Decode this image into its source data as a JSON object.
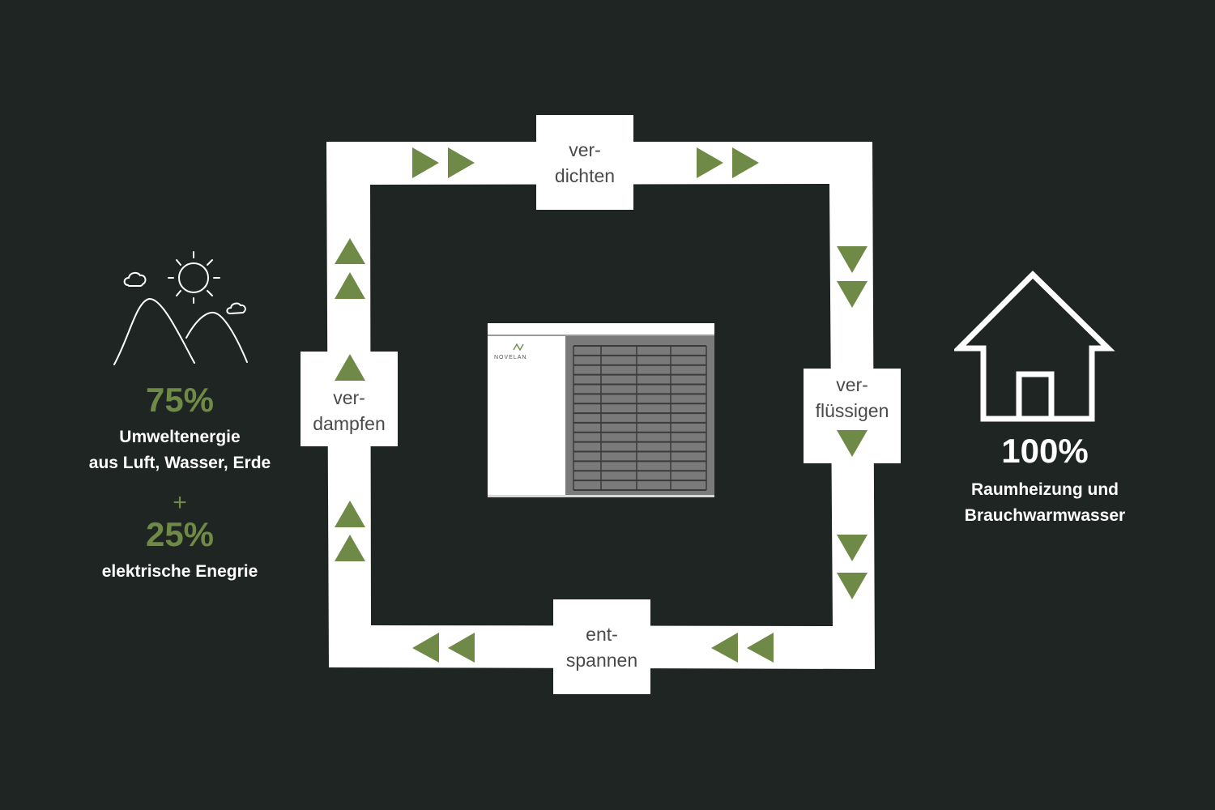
{
  "colors": {
    "background": "#1f2522",
    "loop": "#ffffff",
    "arrow": "#6f8a46",
    "accent_text": "#6f8a46",
    "step_text": "#4a4a4a"
  },
  "steps": {
    "compress": {
      "line1": "ver-",
      "line2": "dichten"
    },
    "condense": {
      "line1": "ver-",
      "line2": "flüssigen"
    },
    "expand": {
      "line1": "ent-",
      "line2": "spannen"
    },
    "evaporate": {
      "line1": "ver-",
      "line2": "dampfen"
    }
  },
  "device": {
    "brand": "NOVELAN"
  },
  "input": {
    "environment_percent": "75%",
    "environment_line1": "Umweltenergie",
    "environment_line2": "aus Luft, Wasser, Erde",
    "plus": "+",
    "electric_percent": "25%",
    "electric_label": "elektrische Enegrie",
    "icon": "landscape-sun-mountains-icon"
  },
  "output": {
    "percent": "100%",
    "line1": "Raumheizung und",
    "line2": "Brauchwarmwasser",
    "icon": "house-icon"
  }
}
